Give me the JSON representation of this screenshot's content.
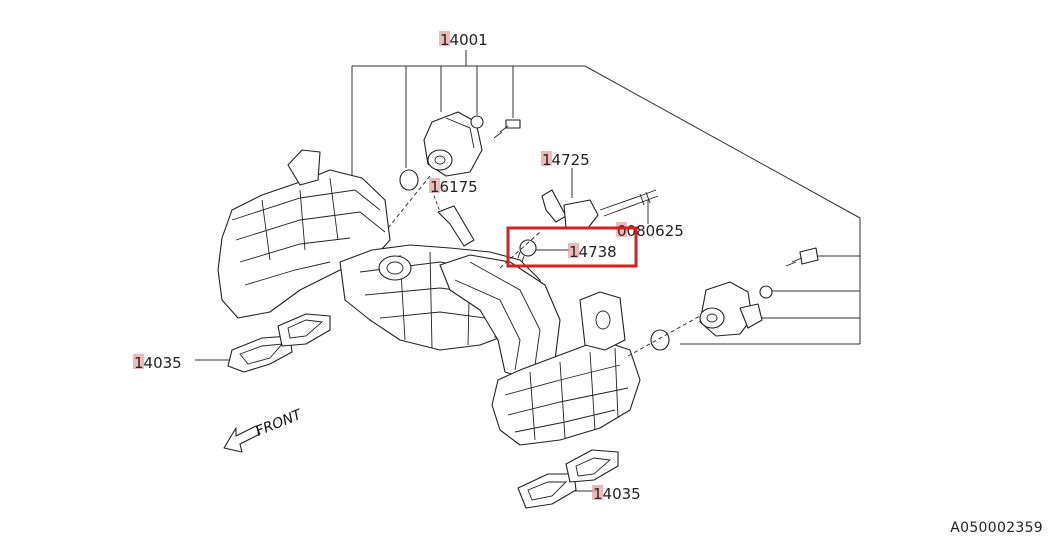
{
  "diagram": {
    "part_labels": [
      {
        "id": "top",
        "text": "14001"
      },
      {
        "id": "pipe",
        "text": "14725"
      },
      {
        "id": "oring",
        "text": "16175"
      },
      {
        "id": "bolt",
        "text": "0080625"
      },
      {
        "id": "clamp",
        "text": "14738"
      },
      {
        "id": "gasket-left",
        "text": "14035"
      },
      {
        "id": "gasket-bottom",
        "text": "14035"
      }
    ],
    "direction_label": "FRONT",
    "drawing_code": "A050002359",
    "highlight_color": "#d62020",
    "label_marker_color": "#e9a3a3"
  }
}
